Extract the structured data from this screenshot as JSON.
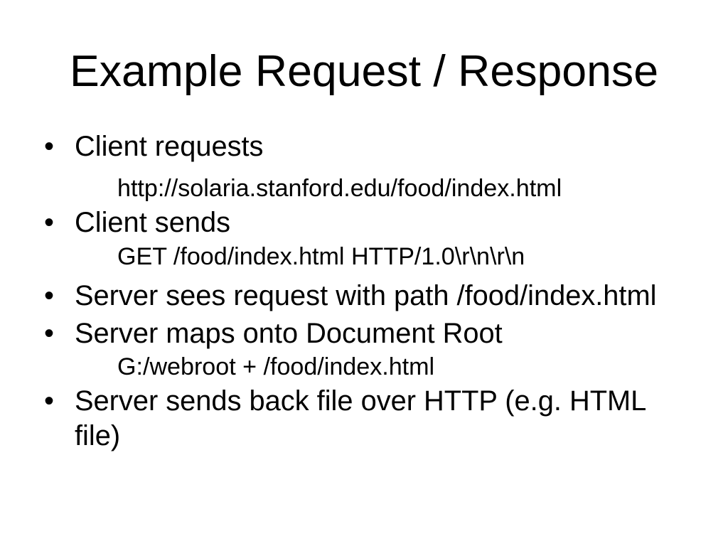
{
  "slide": {
    "title": "Example Request / Response",
    "bullet_glyph": "•",
    "colors": {
      "background": "#ffffff",
      "text": "#000000"
    },
    "bullets": [
      {
        "label": "Client requests",
        "sub": "http://solaria.stanford.edu/food/index.html"
      },
      {
        "label": "Client sends",
        "sub": "GET /food/index.html HTTP/1.0\\r\\n\\r\\n"
      },
      {
        "label": "Server sees request with path /food/index.html"
      },
      {
        "label": "Server maps onto Document Root",
        "sub": "G:/webroot + /food/index.html"
      },
      {
        "label": "Server sends back file over HTTP (e.g. HTML file)"
      }
    ]
  }
}
